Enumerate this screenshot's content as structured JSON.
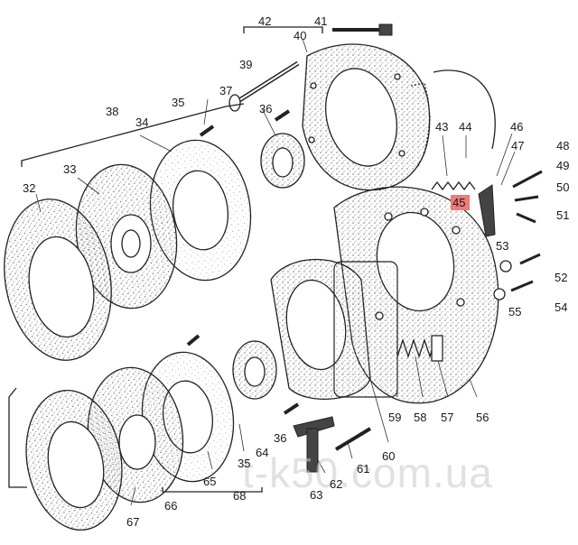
{
  "diagram": {
    "watermark": "t-k50.com.ua",
    "highlight_color": "#f07a7a",
    "labels": [
      {
        "id": "42",
        "text": "42"
      },
      {
        "id": "41",
        "text": "41"
      },
      {
        "id": "40",
        "text": "40"
      },
      {
        "id": "39",
        "text": "39"
      },
      {
        "id": "37",
        "text": "37"
      },
      {
        "id": "36a",
        "text": "36"
      },
      {
        "id": "38",
        "text": "38"
      },
      {
        "id": "35a",
        "text": "35"
      },
      {
        "id": "34",
        "text": "34"
      },
      {
        "id": "33",
        "text": "33"
      },
      {
        "id": "32",
        "text": "32"
      },
      {
        "id": "43",
        "text": "43"
      },
      {
        "id": "44",
        "text": "44"
      },
      {
        "id": "46",
        "text": "46"
      },
      {
        "id": "47",
        "text": "47"
      },
      {
        "id": "48",
        "text": "48"
      },
      {
        "id": "49",
        "text": "49"
      },
      {
        "id": "50",
        "text": "50"
      },
      {
        "id": "51",
        "text": "51"
      },
      {
        "id": "45",
        "text": "45"
      },
      {
        "id": "53",
        "text": "53"
      },
      {
        "id": "52",
        "text": "52"
      },
      {
        "id": "54",
        "text": "54"
      },
      {
        "id": "55",
        "text": "55"
      },
      {
        "id": "59",
        "text": "59"
      },
      {
        "id": "58",
        "text": "58"
      },
      {
        "id": "57",
        "text": "57"
      },
      {
        "id": "56",
        "text": "56"
      },
      {
        "id": "60",
        "text": "60"
      },
      {
        "id": "61",
        "text": "61"
      },
      {
        "id": "62",
        "text": "62"
      },
      {
        "id": "63",
        "text": "63"
      },
      {
        "id": "36b",
        "text": "36"
      },
      {
        "id": "64",
        "text": "64"
      },
      {
        "id": "35b",
        "text": "35"
      },
      {
        "id": "65",
        "text": "65"
      },
      {
        "id": "66",
        "text": "66"
      },
      {
        "id": "68",
        "text": "68"
      },
      {
        "id": "67",
        "text": "67"
      }
    ]
  }
}
